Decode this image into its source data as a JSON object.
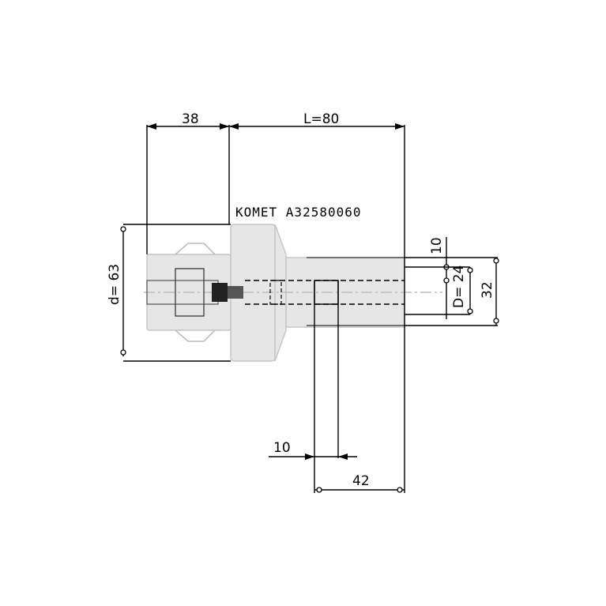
{
  "drawing": {
    "part_number": "KOMET A32580060",
    "dimensions": {
      "flange_length": "38",
      "total_length": "L=80",
      "flange_diameter": "d= 63",
      "bore_diameter": "D= 24",
      "shank_diameter": "32",
      "step": "10",
      "groove_width": "10",
      "bore_depth": "42"
    }
  }
}
